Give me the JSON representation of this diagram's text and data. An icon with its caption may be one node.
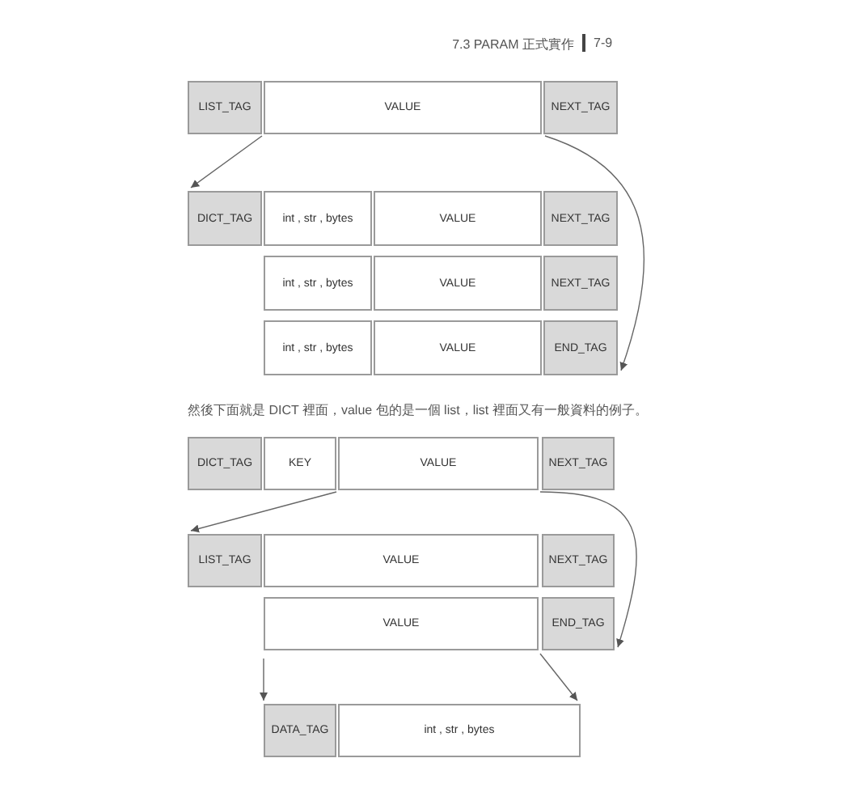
{
  "diagram": {
    "nodes": [
      {
        "text": [
          "LIST_TAG"
        ]
      },
      {
        "text": [
          "VALUE"
        ]
      },
      {
        "text": [
          "NEXT_TAG"
        ]
      },
      {
        "text": [
          "DICT_TAG"
        ]
      },
      {
        "text": [
          "int , str , bytes"
        ]
      },
      {
        "text": [
          "VALUE"
        ]
      },
      {
        "text": [
          "NEXT_TAG"
        ]
      },
      {
        "text": [
          "int , str , bytes"
        ]
      },
      {
        "text": [
          "VALUE"
        ]
      },
      {
        "text": [
          "NEXT_TAG"
        ]
      },
      {
        "text": [
          "int , str , bytes"
        ]
      },
      {
        "text": [
          "VALUE"
        ]
      },
      {
        "text": [
          "END_TAG"
        ]
      },
      {
        "text": [
          "DICT_TAG"
        ]
      },
      {
        "text": [
          "KEY"
        ]
      },
      {
        "text": [
          "VALUE"
        ]
      },
      {
        "text": [
          "NEXT_TAG"
        ]
      },
      {
        "text": [
          "LIST_TAG"
        ]
      },
      {
        "text": [
          "VALUE"
        ]
      },
      {
        "text": [
          "NEXT_TAG"
        ]
      },
      {
        "text": [
          "VALUE"
        ]
      },
      {
        "text": [
          "END_TAG"
        ]
      },
      {
        "text": [
          "DATA_TAG"
        ]
      },
      {
        "text": [
          "int , str , bytes"
        ]
      }
    ],
    "edges": [
      {
        "from": 1,
        "to": 3,
        "arrow": "to"
      },
      {
        "from": 1,
        "to": 12,
        "arrow": "to"
      },
      {
        "from": 15,
        "to": 17,
        "arrow": "to"
      },
      {
        "from": 15,
        "to": 21,
        "arrow": "to"
      },
      {
        "from": 20,
        "to": 22,
        "arrow": "to"
      },
      {
        "from": 20,
        "to": 23,
        "arrow": "to"
      }
    ],
    "labels": [
      "7.3 PARAM 正式實作",
      "7-9",
      "然後下面就是 DICT 裡面，value 包的是一個 list，list 裡面又有一般資料的例子。"
    ]
  }
}
